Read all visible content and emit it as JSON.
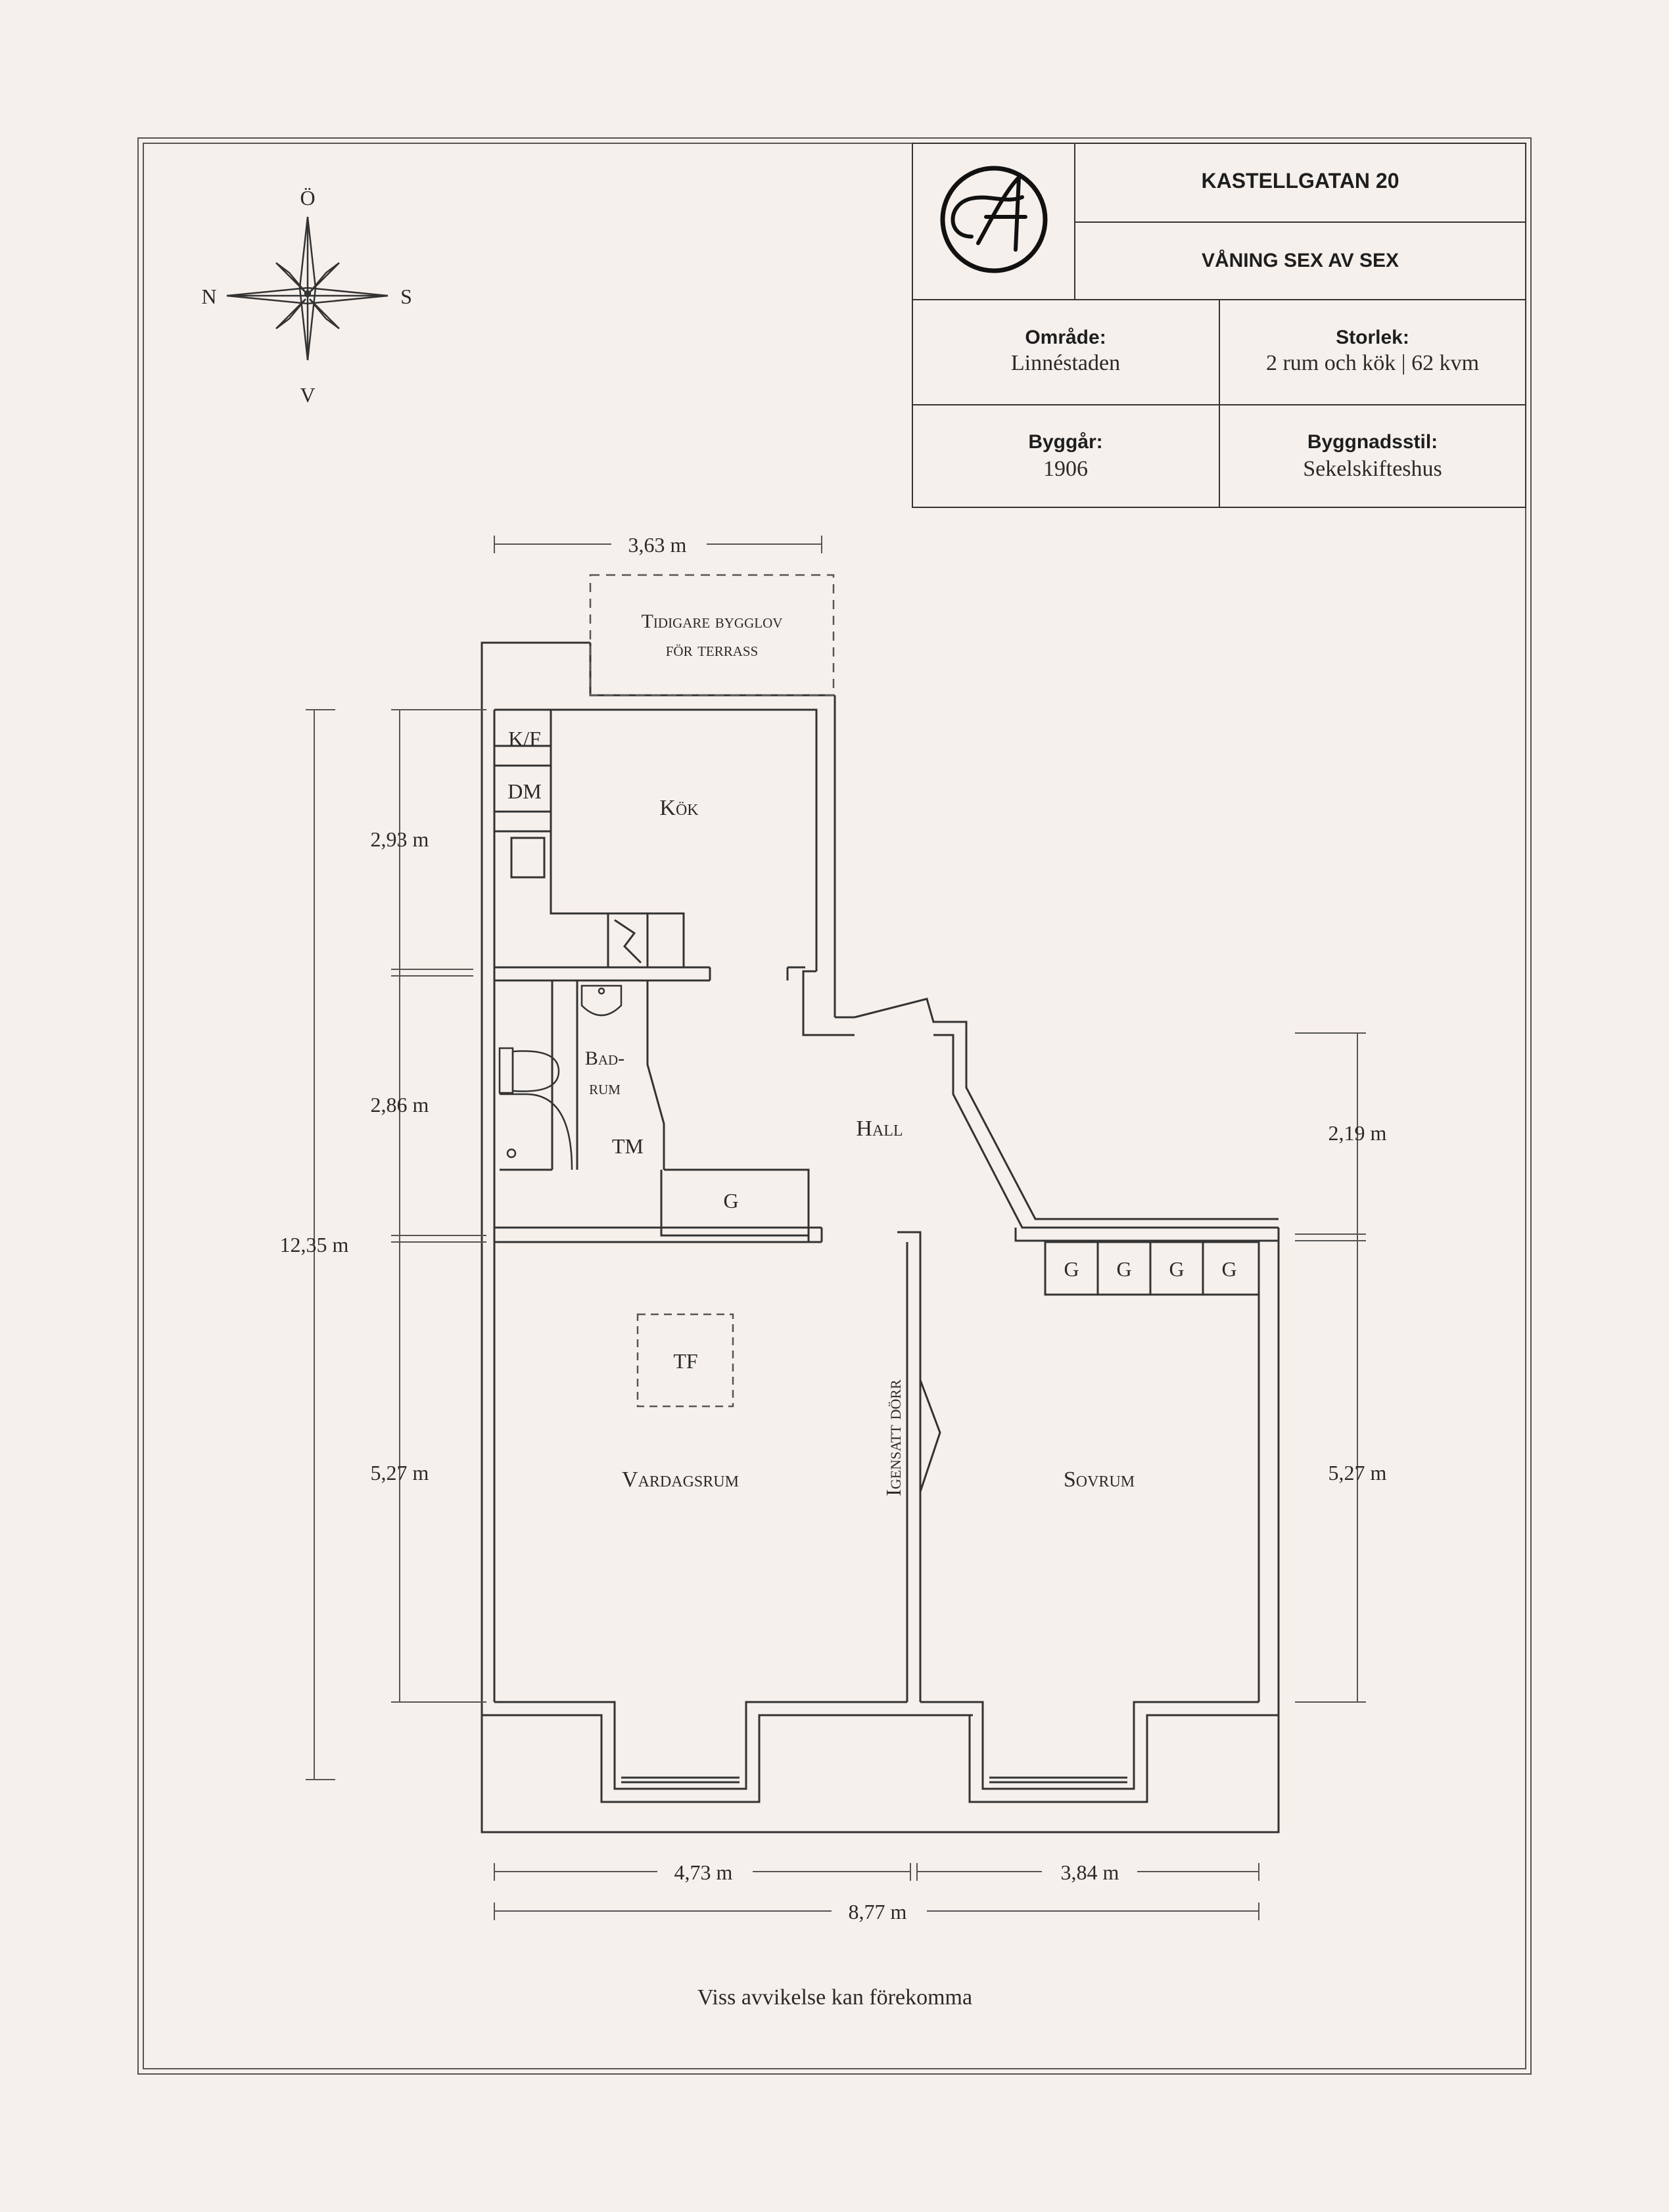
{
  "header": {
    "address": "KASTELLGATAN 20",
    "floor": "VÅNING SEX AV SEX",
    "area_label": "Område:",
    "area_value": "Linnéstaden",
    "size_label": "Storlek:",
    "size_value": "2 rum och kök | 62 kvm",
    "year_label": "Byggår:",
    "year_value": "1906",
    "style_label": "Byggnadsstil:",
    "style_value": "Sekelskifteshus"
  },
  "compass": {
    "north": "Ö",
    "west": "N",
    "east": "S",
    "south": "V"
  },
  "rooms": {
    "terrace_1": "Tidigare bygglov",
    "terrace_2": "för terrass",
    "kitchen": "Kök",
    "kf": "K/F",
    "dm": "DM",
    "bath_1": "Bad-",
    "bath_2": "rum",
    "tm": "TM",
    "hall": "Hall",
    "g_hall": "G",
    "wardrobe": [
      "G",
      "G",
      "G",
      "G"
    ],
    "tf": "TF",
    "living": "Vardagsrum",
    "bedroom": "Sovrum",
    "closed_door": "Igensatt dörr"
  },
  "dimensions": {
    "top": "3,63 m",
    "kitchen_h": "2,93 m",
    "bath_h": "2,86 m",
    "total_h": "12,35 m",
    "living_h": "5,27 m",
    "right_upper": "2,19 m",
    "right_lower": "5,27 m",
    "bottom_left": "4,73 m",
    "bottom_right": "3,84 m",
    "bottom_total": "8,77 m"
  },
  "footer": {
    "note": "Viss avvikelse kan förekomma"
  }
}
